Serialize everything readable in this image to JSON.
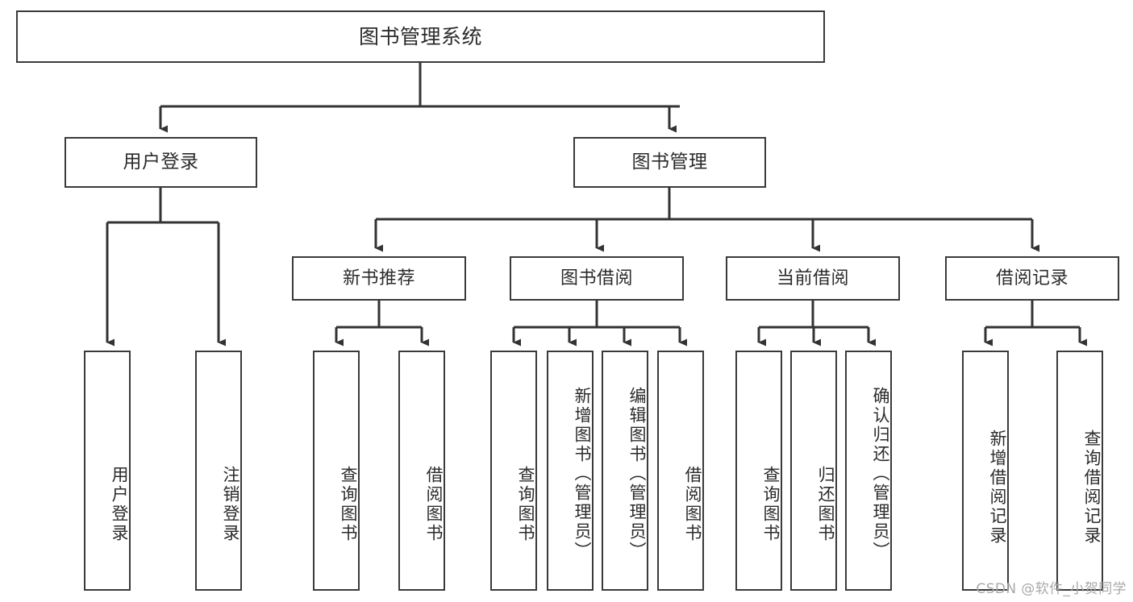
{
  "diagram": {
    "title": "图书管理系统",
    "type": "tree-hierarchy-chart",
    "watermark": "CSDN @软件_小贺同学",
    "colors": {
      "box_border": "#3a3a3a",
      "box_fill": "#ffffff",
      "connector": "#333333",
      "text": "#2b2b2b",
      "watermark": "#a9a9a9",
      "background": "#ffffff"
    },
    "root": {
      "label": "图书管理系统"
    },
    "level2": [
      {
        "label": "用户登录"
      },
      {
        "label": "图书管理"
      }
    ],
    "level3": [
      {
        "label": "新书推荐"
      },
      {
        "label": "图书借阅"
      },
      {
        "label": "当前借阅"
      },
      {
        "label": "借阅记录"
      }
    ],
    "leaves": {
      "user_login": [
        {
          "label": "用户登录"
        },
        {
          "label": "注销登录"
        }
      ],
      "new_book_recommend": [
        {
          "label": "查询图书"
        },
        {
          "label": "借阅图书"
        }
      ],
      "book_borrow": [
        {
          "label": "查询图书"
        },
        {
          "label": "新增图书（管理员）"
        },
        {
          "label": "编辑图书（管理员）"
        },
        {
          "label": "借阅图书"
        }
      ],
      "current_borrow": [
        {
          "label": "查询图书"
        },
        {
          "label": "归还图书"
        },
        {
          "label": "确认归还（管理员）"
        }
      ],
      "borrow_record": [
        {
          "label": "新增借阅记录"
        },
        {
          "label": "查询借阅记录"
        }
      ]
    }
  }
}
